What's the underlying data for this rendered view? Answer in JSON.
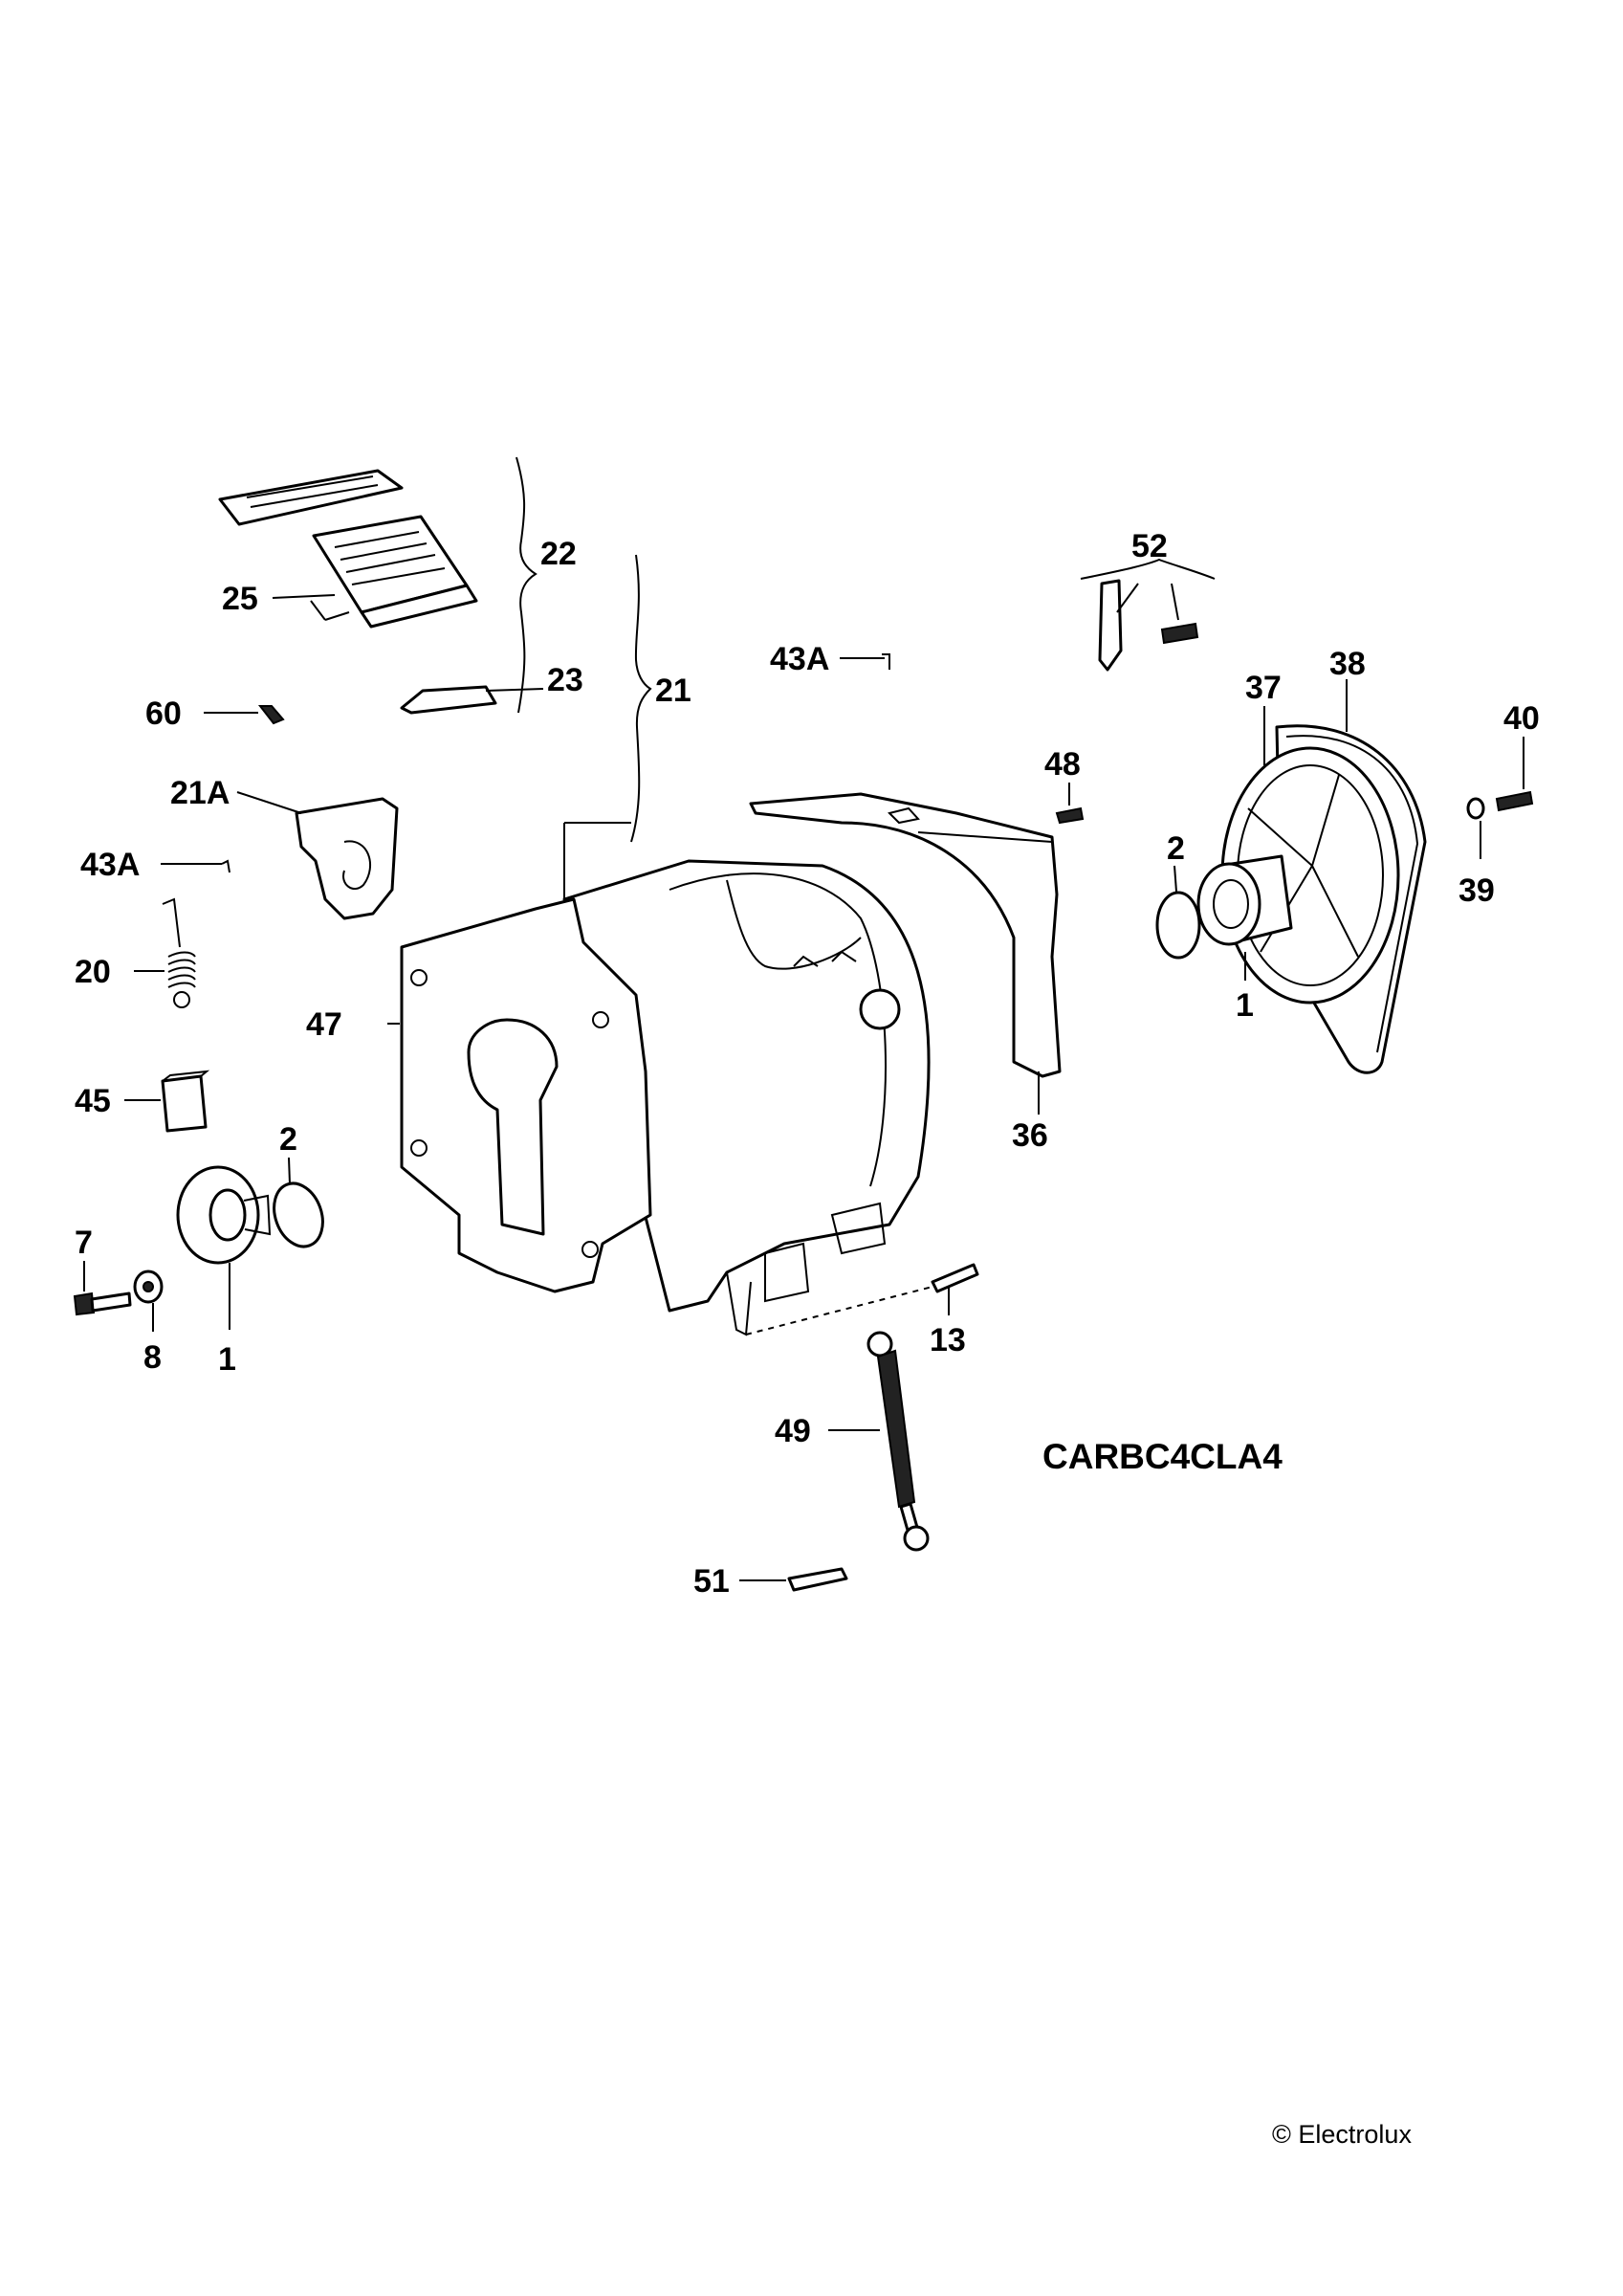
{
  "diagram": {
    "code": "CARBC4CLA4",
    "copyright": "© Electrolux",
    "labels": {
      "l22": "22",
      "l25": "25",
      "l23": "23",
      "l21": "21",
      "l60": "60",
      "l21a": "21A",
      "l43a_left": "43A",
      "l43a_top": "43A",
      "l20": "20",
      "l47": "47",
      "l45": "45",
      "l2_left": "2",
      "l7": "7",
      "l8": "8",
      "l1_left": "1",
      "l52": "52",
      "l38": "38",
      "l37": "37",
      "l40": "40",
      "l48": "48",
      "l2_right": "2",
      "l39": "39",
      "l1_right": "1",
      "l36": "36",
      "l13": "13",
      "l49": "49",
      "l51": "51"
    }
  }
}
